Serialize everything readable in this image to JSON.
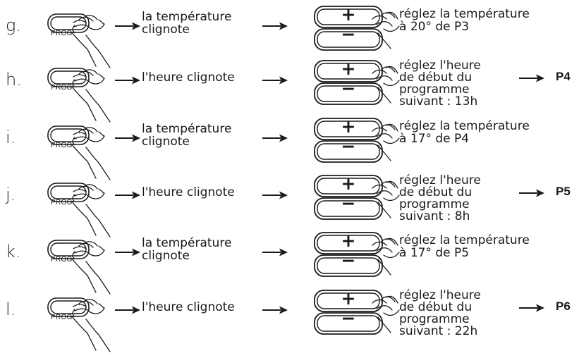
{
  "steps": [
    {
      "letter": "g.",
      "button_label": "PROG",
      "desc": [
        "la température",
        "clignote"
      ],
      "plus": "+",
      "minus": "−",
      "instr": [
        "réglez la température",
        "à 20° de P3"
      ],
      "next": ""
    },
    {
      "letter": "h.",
      "button_label": "PROG",
      "desc": [
        "l'heure clignote"
      ],
      "plus": "+",
      "minus": "−",
      "instr": [
        "réglez l'heure",
        "de début du",
        "programme",
        "suivant : 13h"
      ],
      "next": "P4"
    },
    {
      "letter": "i.",
      "button_label": "PROG",
      "desc": [
        "la température",
        "clignote"
      ],
      "plus": "+",
      "minus": "−",
      "instr": [
        "réglez la température",
        "à 17° de P4"
      ],
      "next": ""
    },
    {
      "letter": "j.",
      "button_label": "PROG",
      "desc": [
        "l'heure clignote"
      ],
      "plus": "+",
      "minus": "−",
      "instr": [
        "réglez l'heure",
        "de début du",
        "programme",
        "suivant : 8h"
      ],
      "next": "P5"
    },
    {
      "letter": "k.",
      "button_label": "PROG",
      "desc": [
        "la température",
        "clignote"
      ],
      "plus": "+",
      "minus": "−",
      "instr": [
        "réglez la température",
        "à 17° de P5"
      ],
      "next": ""
    },
    {
      "letter": "l.",
      "button_label": "PROG",
      "desc": [
        "l'heure clignote"
      ],
      "plus": "+",
      "minus": "−",
      "instr": [
        "réglez l'heure",
        "de début du",
        "programme",
        "suivant : 22h"
      ],
      "next": "P6"
    }
  ]
}
